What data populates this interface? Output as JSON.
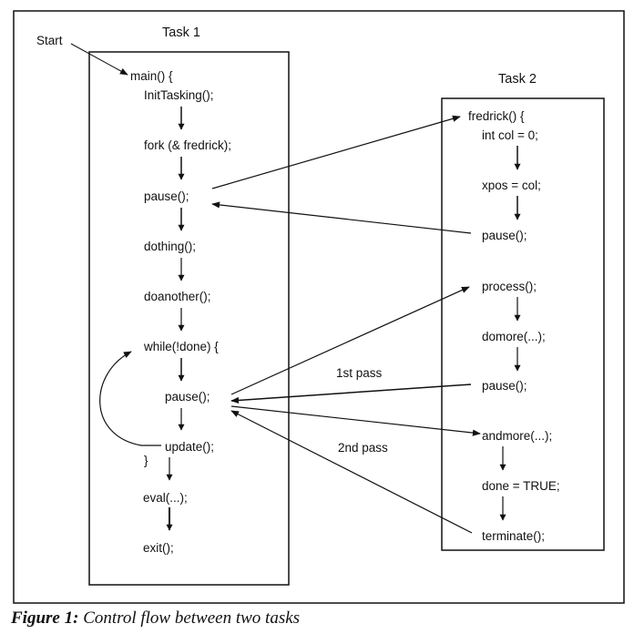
{
  "start_label": "Start",
  "task1": {
    "title": "Task 1",
    "lines": [
      "main() {",
      "InitTasking();",
      "fork (& fredrick);",
      "pause();",
      "dothing();",
      "doanother();",
      "while(!done) {",
      "pause();",
      "update();",
      "}",
      "eval(...);",
      "exit();"
    ]
  },
  "task2": {
    "title": "Task 2",
    "lines": [
      "fredrick() {",
      "int col = 0;",
      "xpos = col;",
      "pause();",
      "process();",
      "domore(...);",
      "pause();",
      "andmore(...);",
      "done = TRUE;",
      "terminate();"
    ]
  },
  "pass_labels": {
    "first": "1st pass",
    "second": "2nd pass"
  },
  "caption": {
    "label": "Figure 1:",
    "text": "Control flow between two tasks"
  },
  "colors": {
    "ink": "#111111",
    "background": "#ffffff"
  }
}
